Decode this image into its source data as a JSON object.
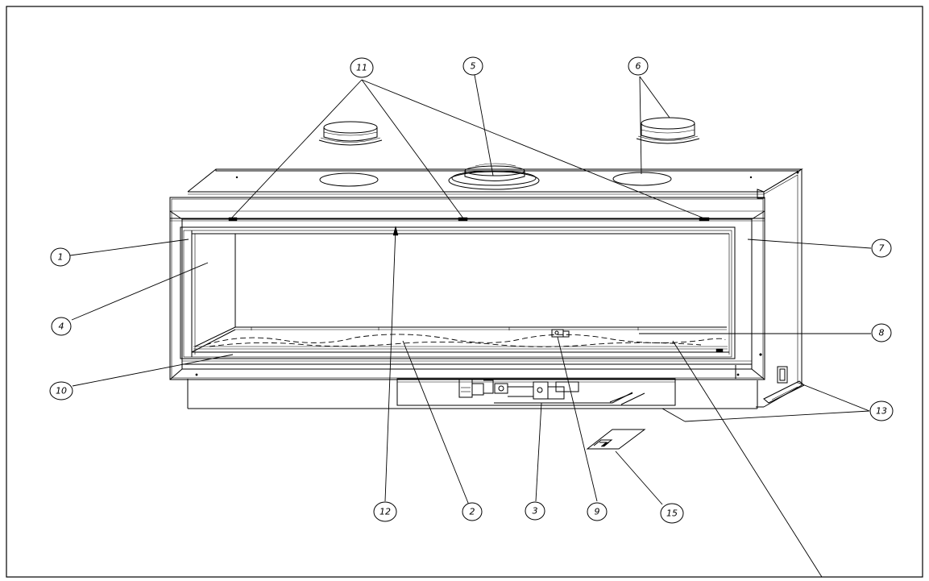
{
  "callouts": [
    {
      "label": "1"
    },
    {
      "label": "2"
    },
    {
      "label": "3"
    },
    {
      "label": "4"
    },
    {
      "label": "5"
    },
    {
      "label": "6"
    },
    {
      "label": "7"
    },
    {
      "label": "8"
    },
    {
      "label": "9"
    },
    {
      "label": "10"
    },
    {
      "label": "11"
    },
    {
      "label": "12"
    },
    {
      "label": "13"
    },
    {
      "label": "15"
    }
  ]
}
